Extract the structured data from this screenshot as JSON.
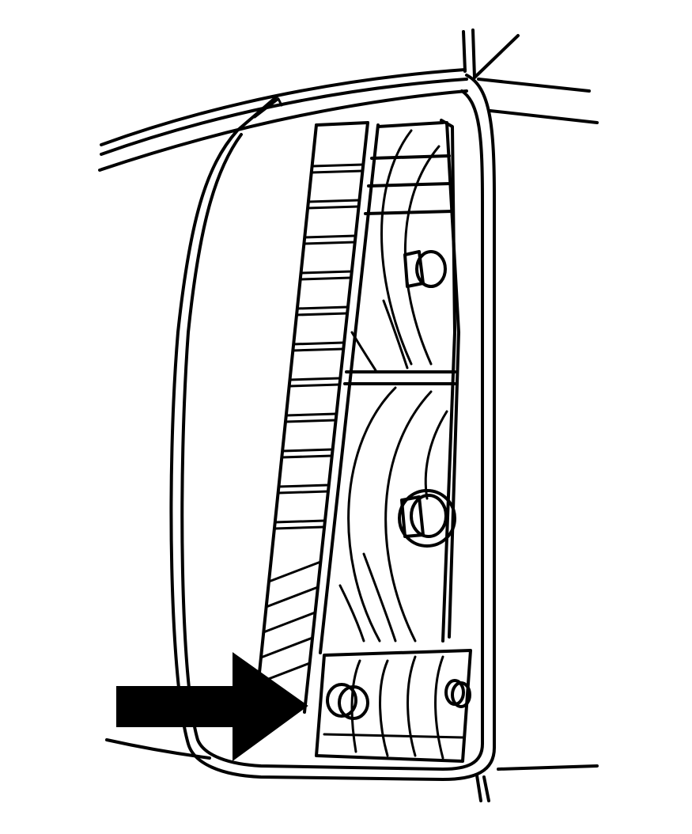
{
  "diagram": {
    "subject": "tail-lamp-assembly",
    "stroke_color": "#000000",
    "background_color": "#ffffff",
    "callout": {
      "type": "arrow",
      "color": "#000000",
      "target": "lower-lamp-section"
    },
    "bulb_sockets": 4,
    "text_labels": []
  }
}
